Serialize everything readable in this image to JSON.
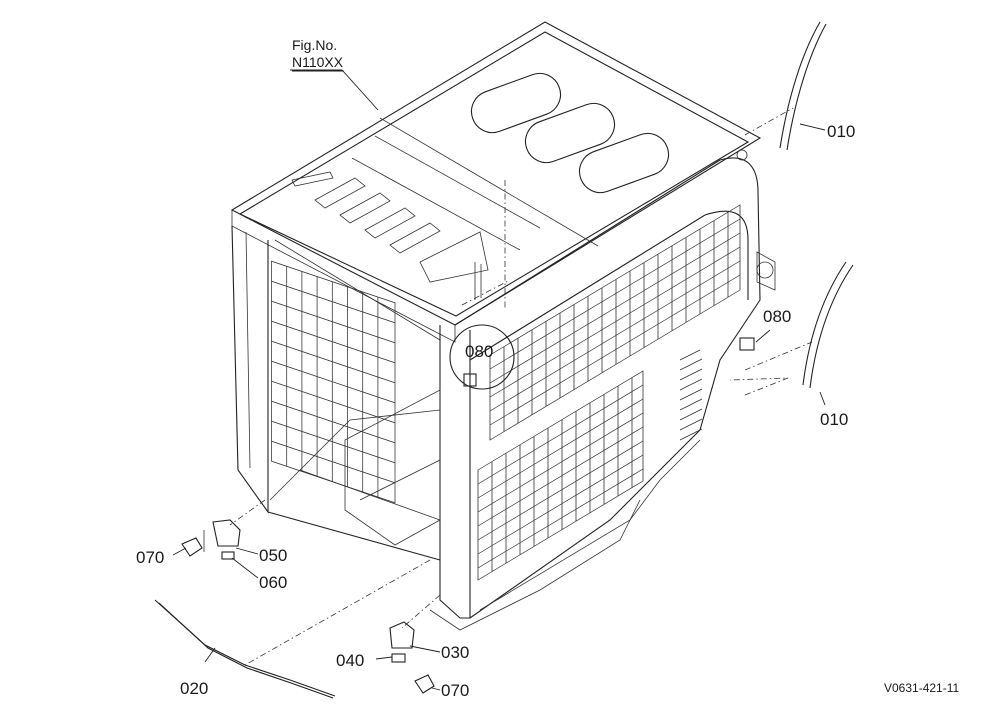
{
  "figure": {
    "line1": "Fig.No.",
    "line2": "N110XX"
  },
  "drawing_code": "V0631-421-11",
  "callouts": [
    {
      "id": "010a",
      "label": "010"
    },
    {
      "id": "010b",
      "label": "010"
    },
    {
      "id": "080a",
      "label": "080"
    },
    {
      "id": "080b",
      "label": "080"
    },
    {
      "id": "070a",
      "label": "070"
    },
    {
      "id": "050",
      "label": "050"
    },
    {
      "id": "060",
      "label": "060"
    },
    {
      "id": "020",
      "label": "020"
    },
    {
      "id": "040",
      "label": "040"
    },
    {
      "id": "030",
      "label": "030"
    },
    {
      "id": "070b",
      "label": "070"
    }
  ]
}
